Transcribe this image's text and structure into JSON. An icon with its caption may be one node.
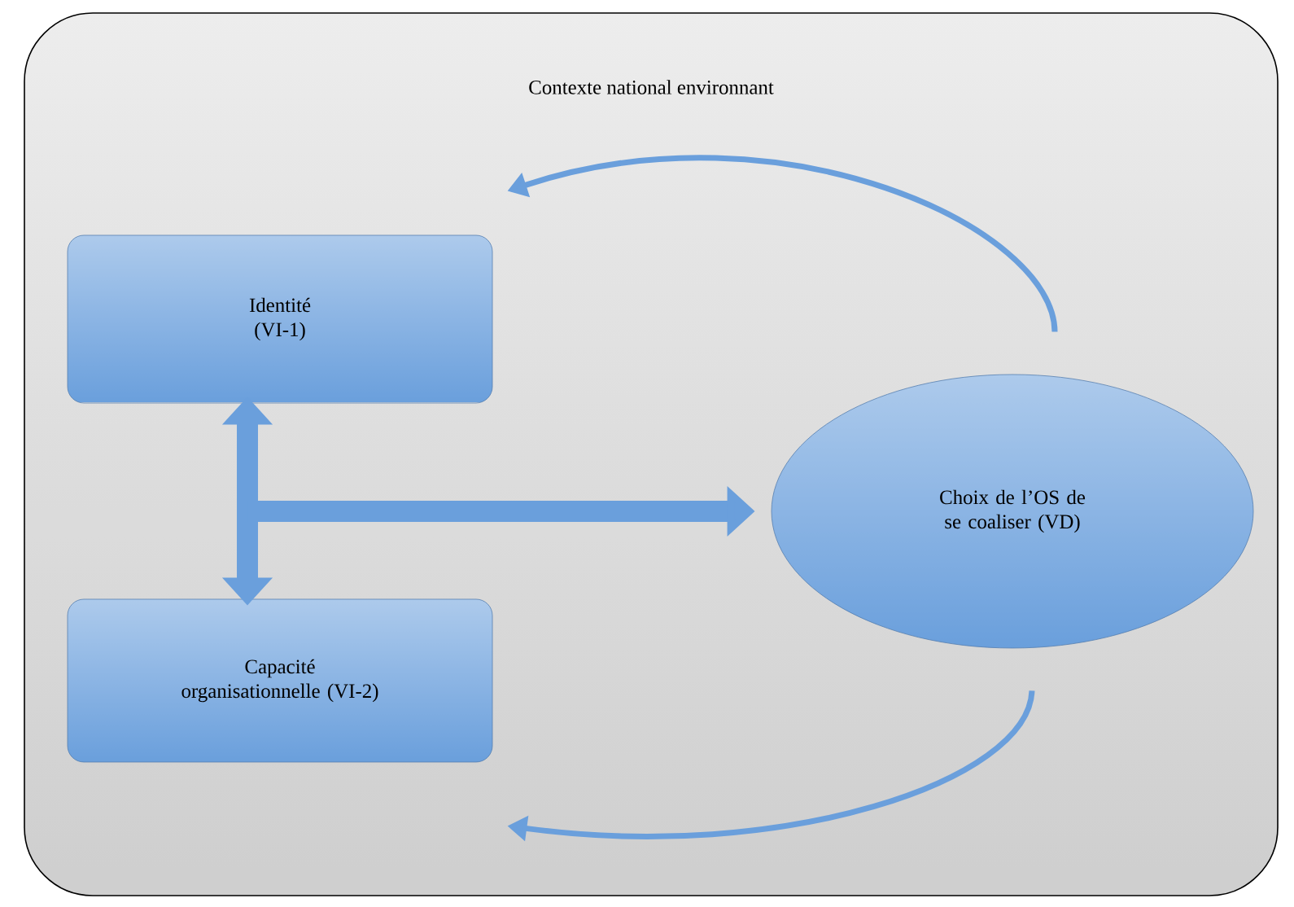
{
  "diagram": {
    "nodes": [
      {
        "text": [
          "Contexte national environnant"
        ]
      },
      {
        "text": [
          "Identité (VI-1)"
        ],
        "in": 0
      },
      {
        "text": [
          "Capacité organisationnelle (VI-2)"
        ],
        "in": 0
      },
      {
        "text": [
          "Choix de l’OS de se coaliser (VD)"
        ],
        "in": 0
      }
    ],
    "edges": [
      {
        "from": 3,
        "to": 1,
        "arrow": "to"
      },
      {
        "from": 1,
        "to": 2,
        "arrow": "both",
        "style": "thick"
      },
      {
        "from": null,
        "to": 3,
        "arrow": "to",
        "style": "thick"
      },
      {
        "from": 3,
        "to": 2,
        "arrow": "to"
      }
    ]
  }
}
